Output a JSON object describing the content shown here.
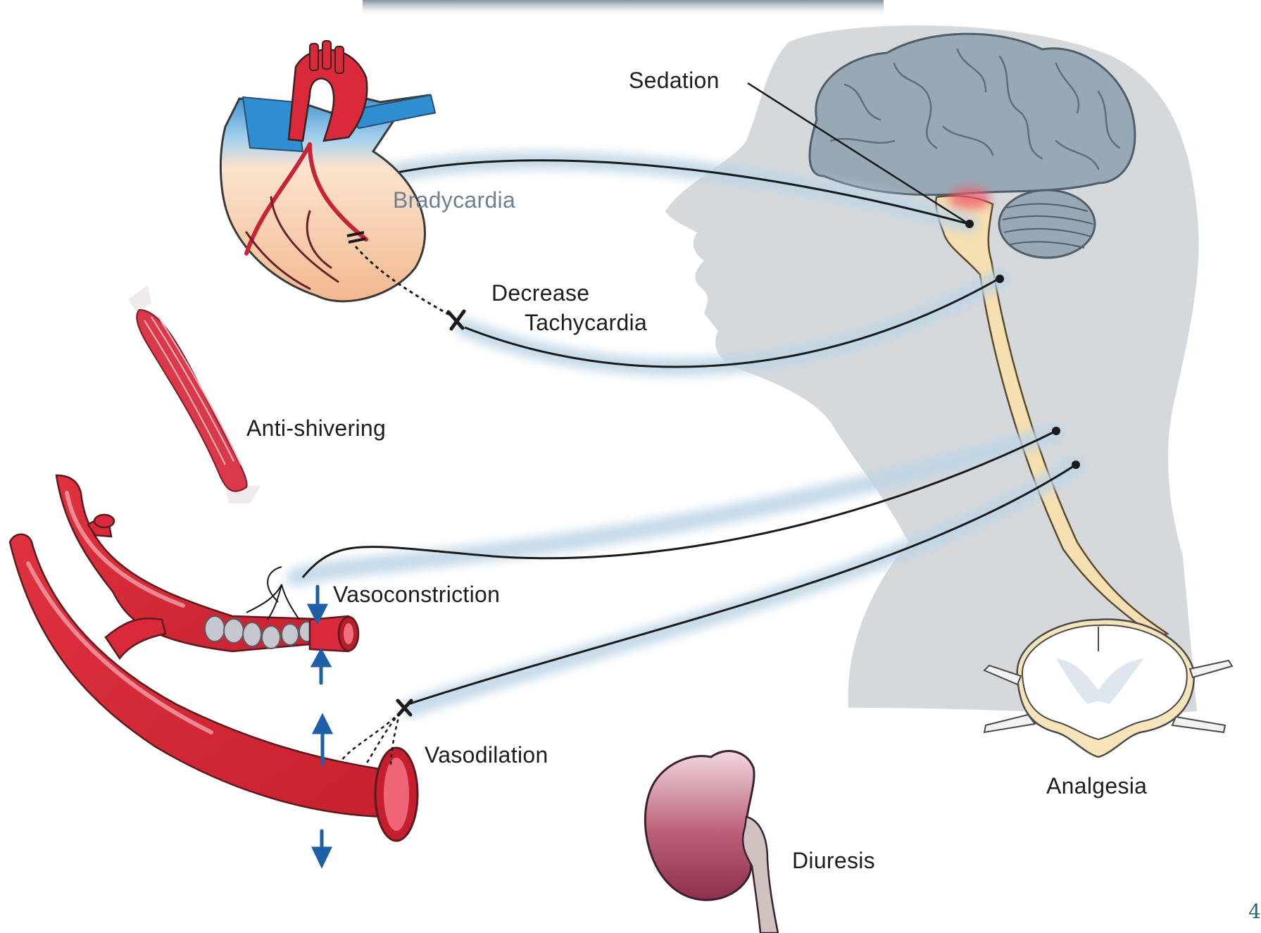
{
  "labels": {
    "sedation": "Sedation",
    "bradycardia": "Bradycardia",
    "decrease_tachycardia_line1": "Decrease",
    "decrease_tachycardia_line2": "Tachycardia",
    "anti_shivering": "Anti-shivering",
    "vasoconstriction": "Vasoconstriction",
    "vasodilation": "Vasodilation",
    "analgesia": "Analgesia",
    "diuresis": "Diuresis"
  },
  "page_number": "4",
  "colors": {
    "head_silhouette": "#d6d9dc",
    "brain": "#98a9b6",
    "spinal_cord": "#f6dfb0",
    "artery": "#d9293a",
    "vein": "#2f8fd0",
    "heart_muscle": "#f6c3a0",
    "kidney": "#a84a64",
    "nerve_glow": "#bcd4e6",
    "arrow": "#1f5fa8",
    "text": "#1d1d1d",
    "bradycardia_text": "#6c8294"
  }
}
